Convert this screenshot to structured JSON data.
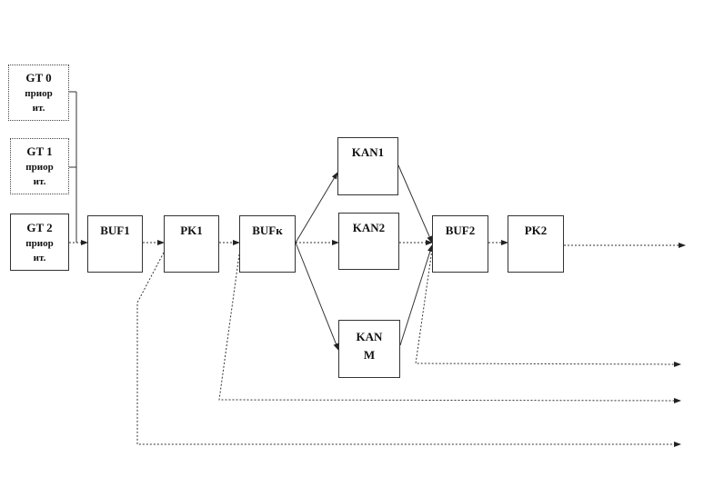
{
  "diagram": {
    "generators": [
      {
        "name": "GT 0",
        "line2": "приор",
        "line3": "ит."
      },
      {
        "name": "GT 1",
        "line2": "приор",
        "line3": "ит."
      },
      {
        "name": "GT 2",
        "line2": "приор",
        "line3": "ит."
      }
    ],
    "blocks": {
      "buf1": "BUF1",
      "pk1": "PK1",
      "bufk": "BUFк",
      "kan1": "KAN1",
      "kan2": "KAN2",
      "kanm_line1": "KAN",
      "kanm_line2": "M",
      "buf2": "BUF2",
      "pk2": "PK2"
    },
    "colors": {
      "line": "#333333",
      "box": "#333333"
    }
  }
}
